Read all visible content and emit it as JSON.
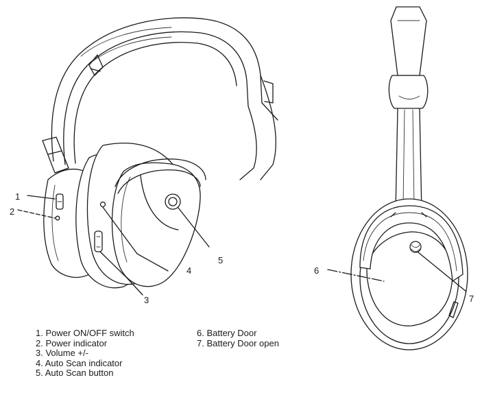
{
  "callouts": [
    "1",
    "2",
    "3",
    "4",
    "5",
    "6",
    "7"
  ],
  "legend_left": [
    "1.  Power ON/OFF switch",
    "2.  Power indicator",
    "3.  Volume +/-",
    "4.  Auto Scan indicator",
    "5.  Auto Scan button"
  ],
  "legend_right": [
    "6. Battery Door",
    "7. Battery Door open"
  ]
}
